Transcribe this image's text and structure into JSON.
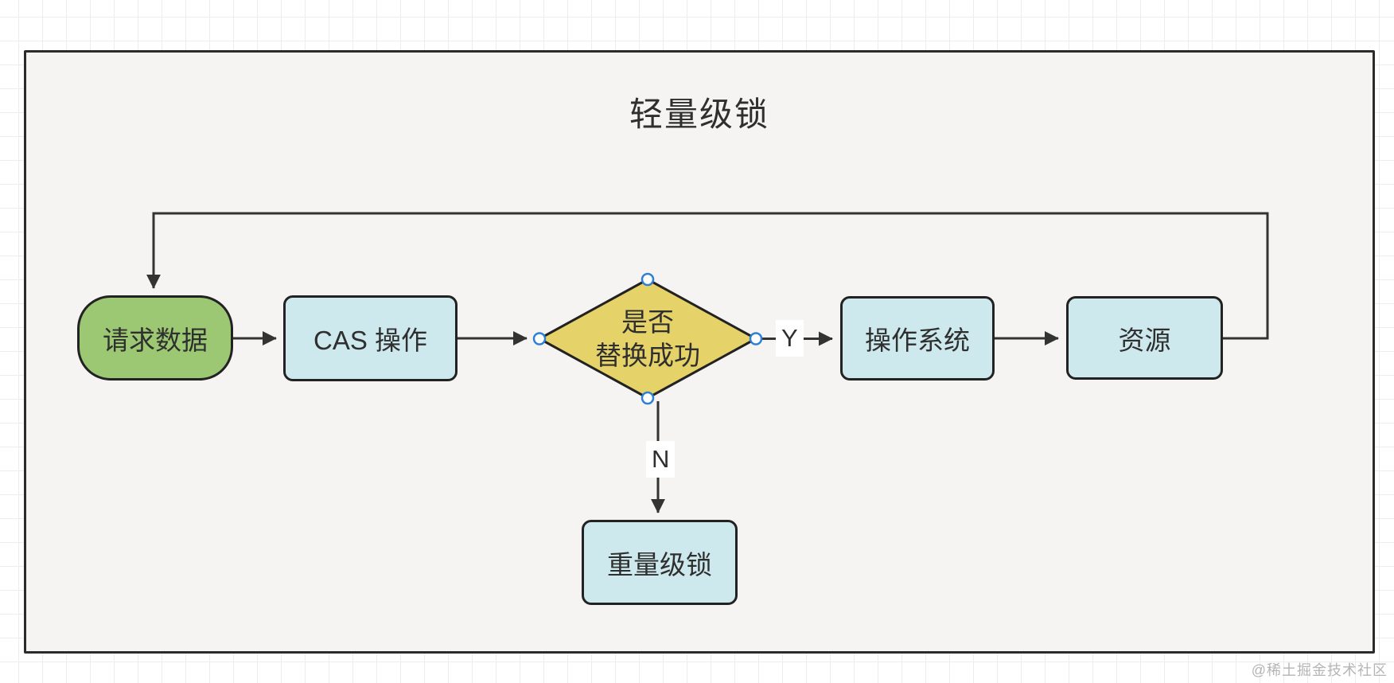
{
  "diagram": {
    "title": "轻量级锁",
    "watermark": "@稀土掘金技术社区",
    "nodes": [
      {
        "id": "request-data",
        "label": "请求数据",
        "shape": "stadium",
        "fill": "#9CC873"
      },
      {
        "id": "cas-operation",
        "label": "CAS 操作",
        "shape": "rect",
        "fill": "#CDE9ED"
      },
      {
        "id": "decision",
        "label": "是否\n替换成功",
        "shape": "diamond",
        "fill": "#E5D269"
      },
      {
        "id": "operating-system",
        "label": "操作系统",
        "shape": "rect",
        "fill": "#CDE9ED"
      },
      {
        "id": "resource",
        "label": "资源",
        "shape": "rect",
        "fill": "#CDE9ED"
      },
      {
        "id": "heavyweight-lock",
        "label": "重量级锁",
        "shape": "rect",
        "fill": "#CDE9ED"
      }
    ],
    "edge_labels": {
      "yes": "Y",
      "no": "N"
    },
    "colors": {
      "edge_stroke": "#333333",
      "node_border": "#222222",
      "connector_dot": "#2e7fd6",
      "frame_fill": "#f5f4f2",
      "frame_border": "#2b2b2b",
      "grid_line": "#ecedee",
      "page_background": "#ffffff",
      "text": "#2f2f2f",
      "watermark": "#b5b5b5"
    }
  }
}
